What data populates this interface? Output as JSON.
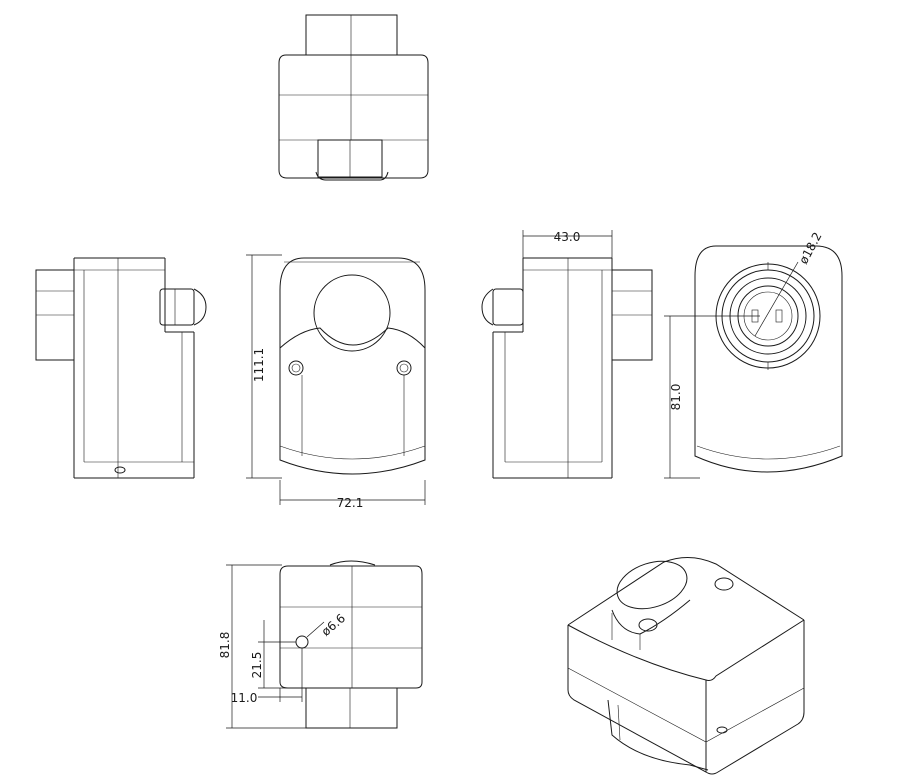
{
  "drawing": {
    "views": [
      "top",
      "left",
      "front",
      "right",
      "rear",
      "bottom",
      "isometric"
    ],
    "dimensions": {
      "front_height": "111.1",
      "front_width": "72.1",
      "right_depth": "43.0",
      "rear_connector_diameter": "ø18.2",
      "rear_connector_height": "81.0",
      "bottom_overall": "81.8",
      "bottom_hole_diameter": "ø6.6",
      "bottom_hole_y": "21.5",
      "bottom_hole_x": "11.0"
    },
    "line_color": "#1a1a1a",
    "background": "#ffffff"
  }
}
